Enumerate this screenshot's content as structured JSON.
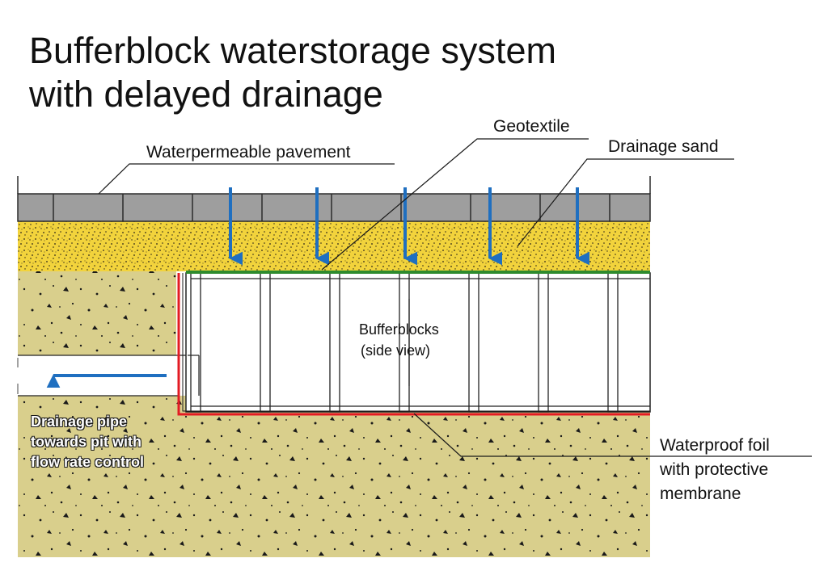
{
  "title": {
    "line1": "Bufferblock waterstorage system",
    "line2": "with delayed drainage"
  },
  "labels": {
    "pavement": "Waterpermeable pavement",
    "geotextile": "Geotextile",
    "drainage_sand": "Drainage sand",
    "bufferblocks_line1": "Bufferblocks",
    "bufferblocks_line2": "(side view)",
    "foil_line1": "Waterproof foil",
    "foil_line2": "with protective",
    "foil_line3": "membrane",
    "pipe_line1": "Drainage pipe",
    "pipe_line2": "towards pit with",
    "pipe_line3": "flow rate control"
  },
  "colors": {
    "pavement": "#9e9e9e",
    "drainage_sand": "#f2d33c",
    "soil": "#d9cf8c",
    "geotextile": "#2e8b2e",
    "foil": "#e31b23",
    "water_arrow": "#1f6fc0"
  },
  "icons": {
    "water_flow": "down-arrow-icon",
    "drainage_flow": "left-arrow-icon"
  }
}
